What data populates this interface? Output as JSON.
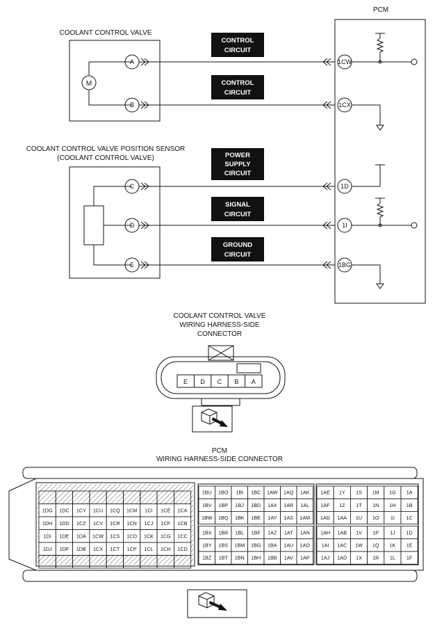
{
  "pcm_title": "PCM",
  "valve_title": "COOLANT CONTROL VALVE",
  "sensor_title_line1": "COOLANT CONTROL VALVE POSITION SENSOR",
  "sensor_title_line2": "(COOLANT CONTROL VALVE)",
  "motor_symbol": "M",
  "circuits": [
    {
      "pin": "A",
      "pcm_pin": "1CW",
      "label": [
        "CONTROL",
        "CIRCUIT"
      ]
    },
    {
      "pin": "B",
      "pcm_pin": "1CX",
      "label": [
        "CONTROL",
        "CIRCUIT"
      ]
    },
    {
      "pin": "C",
      "pcm_pin": "1D",
      "label": [
        "POWER",
        "SUPPLY",
        "CIRCUIT"
      ]
    },
    {
      "pin": "D",
      "pcm_pin": "1I",
      "label": [
        "SIGNAL",
        "CIRCUIT"
      ]
    },
    {
      "pin": "E",
      "pcm_pin": "1BG",
      "label": [
        "GROUND",
        "CIRCUIT"
      ]
    }
  ],
  "valve_connector": {
    "title": [
      "COOLANT CONTROL VALVE",
      "WIRING HARNESS-SIDE",
      "CONNECTOR"
    ],
    "pins": [
      "E",
      "D",
      "C",
      "B",
      "A"
    ]
  },
  "pcm_connector": {
    "title": [
      "PCM",
      "WIRING HARNESS-SIDE CONNECTOR"
    ],
    "left_block": [
      [
        "",
        "",
        "",
        "",
        "",
        "",
        "",
        "",
        ""
      ],
      [
        "1DG",
        "1DC",
        "1CY",
        "1CU",
        "1CQ",
        "1CM",
        "1CI",
        "1CE",
        "1CA"
      ],
      [
        "1DH",
        "1DD",
        "1CZ",
        "1CV",
        "1CR",
        "1CN",
        "1CJ",
        "1CF",
        "1CB"
      ],
      [
        "1DI",
        "1DE",
        "1DA",
        "1CW",
        "1CS",
        "1CO",
        "1CK",
        "1CG",
        "1CC"
      ],
      [
        "1DJ",
        "1DF",
        "1DB",
        "1CX",
        "1CT",
        "1CP",
        "1CL",
        "1CH",
        "1CD"
      ],
      [
        "",
        "",
        "",
        "",
        "",
        "",
        "",
        "",
        ""
      ]
    ],
    "middle_block": [
      [
        "1BU",
        "1BO",
        "1BI",
        "1BC",
        "1AW",
        "1AQ",
        "1AK"
      ],
      [
        "1BV",
        "1BP",
        "1BJ",
        "1BD",
        "1AX",
        "1AR",
        "1AL"
      ],
      [
        "1BW",
        "1BQ",
        "1BK",
        "1BE",
        "1AY",
        "1AS",
        "1AM"
      ],
      [
        "1BX",
        "1BR",
        "1BL",
        "1BF",
        "1AZ",
        "1AT",
        "1AN"
      ],
      [
        "1BY",
        "1BS",
        "1BM",
        "1BG",
        "1BA",
        "1AU",
        "1AO"
      ],
      [
        "1BZ",
        "1BT",
        "1BN",
        "1BH",
        "1BB",
        "1AV",
        "1AP"
      ]
    ],
    "right_block": [
      [
        "1AE",
        "1Y",
        "1S",
        "1M",
        "1G",
        "1A"
      ],
      [
        "1AF",
        "1Z",
        "1T",
        "1N",
        "1H",
        "1B"
      ],
      [
        "1AG",
        "1AA",
        "1U",
        "1O",
        "1I",
        "1C"
      ],
      [
        "1AH",
        "1AB",
        "1V",
        "1P",
        "1J",
        "1D"
      ],
      [
        "1AI",
        "1AC",
        "1W",
        "1Q",
        "1K",
        "1E"
      ],
      [
        "1AJ",
        "1AD",
        "1X",
        "1R",
        "1L",
        "1F"
      ]
    ]
  }
}
